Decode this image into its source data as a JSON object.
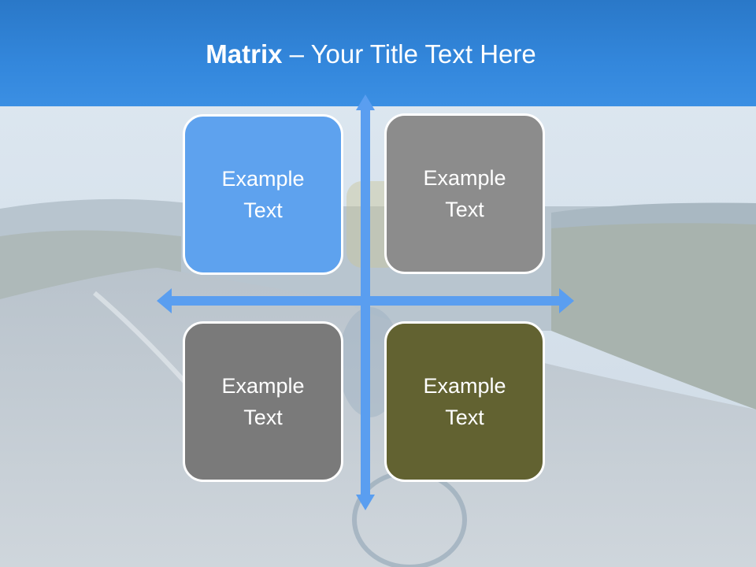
{
  "slide": {
    "title_bold": "Matrix",
    "title_rest": " – Your Title Text Here",
    "quadrants": [
      {
        "line1": "Example",
        "line2": "Text",
        "color": "#5ea2ee"
      },
      {
        "line1": "Example",
        "line2": "Text",
        "color": "#8c8c8c"
      },
      {
        "line1": "Example",
        "line2": "Text",
        "color": "#7a7a7a"
      },
      {
        "line1": "Example",
        "line2": "Text",
        "color": "#626231"
      }
    ],
    "colors": {
      "title_band": "#3387dc",
      "arrow": "#5a9ef0",
      "title_text": "#ffffff"
    },
    "background": "cyclist on mountain road photo"
  }
}
